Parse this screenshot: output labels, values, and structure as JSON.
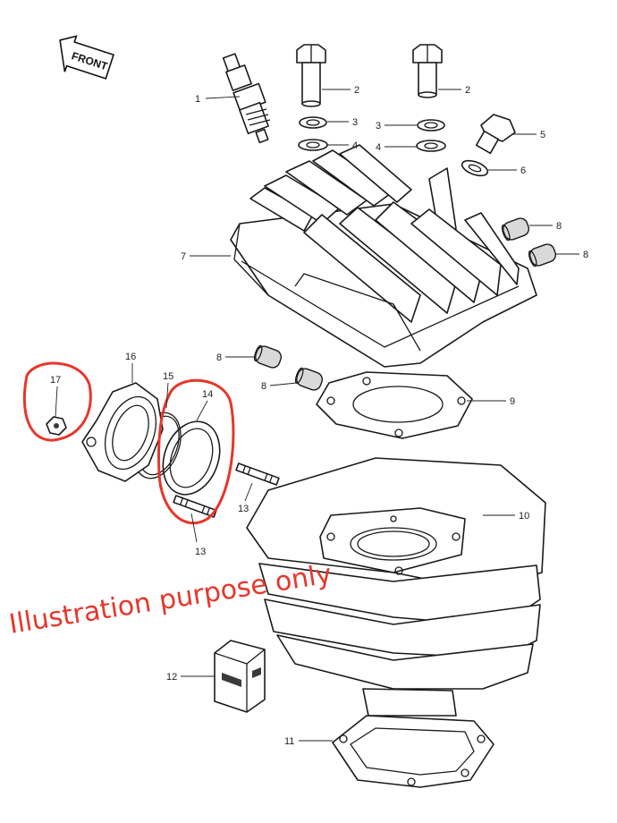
{
  "front_label": "FRONT",
  "watermark": "Illustration purpose only",
  "parts": [
    {
      "num": "1"
    },
    {
      "num": "2"
    },
    {
      "num": "2"
    },
    {
      "num": "3"
    },
    {
      "num": "3"
    },
    {
      "num": "4"
    },
    {
      "num": "4"
    },
    {
      "num": "5"
    },
    {
      "num": "6"
    },
    {
      "num": "7"
    },
    {
      "num": "8"
    },
    {
      "num": "8"
    },
    {
      "num": "8"
    },
    {
      "num": "8"
    },
    {
      "num": "9"
    },
    {
      "num": "10"
    },
    {
      "num": "11"
    },
    {
      "num": "12"
    },
    {
      "num": "13"
    },
    {
      "num": "13"
    },
    {
      "num": "14"
    },
    {
      "num": "15"
    },
    {
      "num": "16"
    },
    {
      "num": "17"
    }
  ],
  "highlight_color": "#e8362b",
  "highlighted_parts": [
    "17",
    "14"
  ]
}
